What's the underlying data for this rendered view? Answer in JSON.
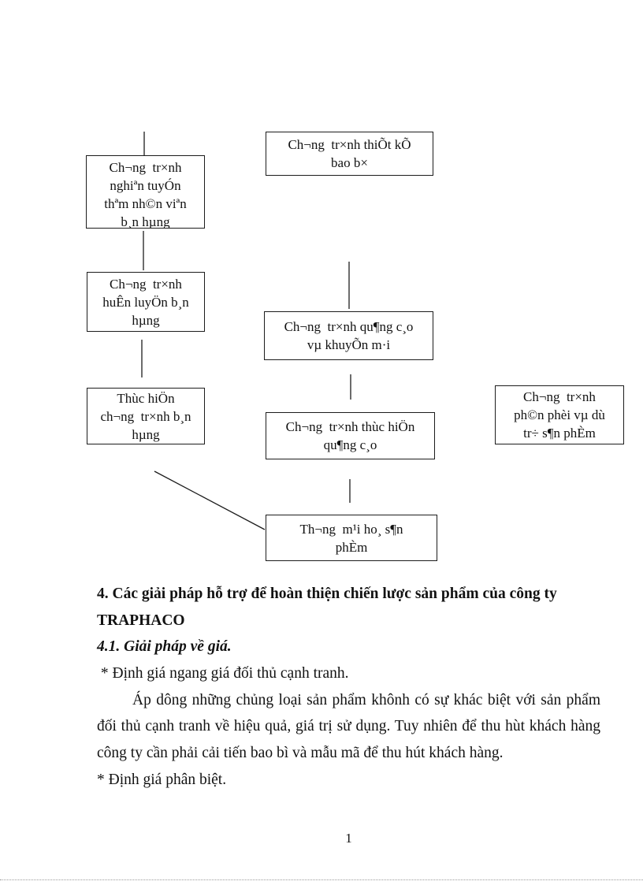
{
  "diagram": {
    "boxes": [
      {
        "name": "recruit-salespeople-program",
        "label": "Ch¬ng  tr×nh\nnghiªn tuyÓn\nthªm nh©n viªn\nb¸n hµng"
      },
      {
        "name": "packaging-design-program",
        "label": "Ch¬ng  tr×nh thiÕt kÕ\nbao b×"
      },
      {
        "name": "sales-training-program",
        "label": "Ch¬ng  tr×nh\nhuÊn luyÖn b¸n\nhµng"
      },
      {
        "name": "advertising-promotion-program",
        "label": "Ch¬ng  tr×nh qu¶ng c¸o\nvµ khuyÕn m·i"
      },
      {
        "name": "execute-sales-program",
        "label": "Thùc hiÖn\nch¬ng  tr×nh b¸n\nhµng"
      },
      {
        "name": "execute-advertising-program",
        "label": "Ch¬ng  tr×nh thùc hiÖn\nqu¶ng c¸o"
      },
      {
        "name": "distribution-storage-program",
        "label": "Ch¬ng  tr×nh\nph©n phèi vµ dù\ntr÷ s¶n phÈm"
      },
      {
        "name": "commercialize-product",
        "label": "Th¬ng  m¹i ho¸ s¶n\nphÈm"
      }
    ]
  },
  "document": {
    "heading_line1": "4. Các giải pháp hỗ trợ để hoàn thiện chiến lược sản phẩm của công ty",
    "heading_line2": "TRAPHACO",
    "subheading": "4.1. Giải pháp về giá.",
    "para1": " * Định giá ngang giá đối thủ cạnh tranh.",
    "para2_line1": "Áp dông những chủng loại sản phẩm khônh có sự khác biệt với sản phẩm",
    "para2_line2": "đối thủ cạnh tranh về hiệu quả, giá trị sử dụng. Tuy nhiên để thu hùt khách hàng",
    "para2_line3": "công ty cần phải cải tiến bao bì và mẫu mã để thu hút khách hàng.",
    "para3": "* Định giá phân biệt."
  },
  "page": {
    "number": "1"
  },
  "colors": {
    "ink": "#1c1c1c",
    "paper": "#ffffff"
  }
}
